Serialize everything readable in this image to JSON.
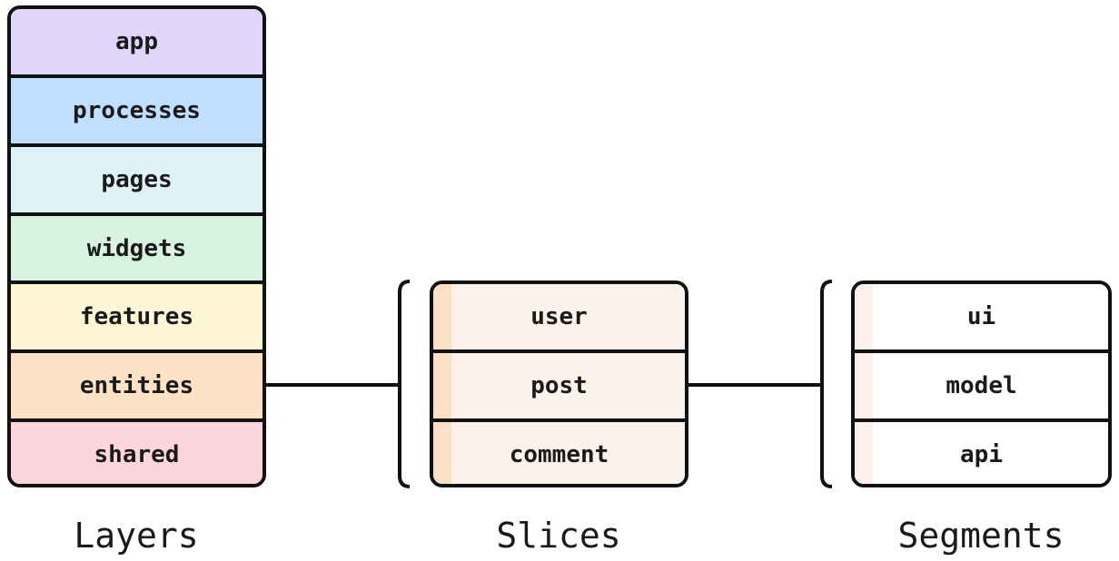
{
  "layers": {
    "caption": "Layers",
    "items": [
      {
        "label": "app",
        "color": "#e0d6f7"
      },
      {
        "label": "processes",
        "color": "#bfe0fd"
      },
      {
        "label": "pages",
        "color": "#ddf1f7"
      },
      {
        "label": "widgets",
        "color": "#d8f4df"
      },
      {
        "label": "features",
        "color": "#fff6d6"
      },
      {
        "label": "entities",
        "color": "#fde2c5"
      },
      {
        "label": "shared",
        "color": "#fdd5dd"
      }
    ]
  },
  "slices": {
    "caption": "Slices",
    "cell_color": "#fdf2ea",
    "strip_color": "#fbe0c4",
    "items": [
      {
        "label": "user"
      },
      {
        "label": "post"
      },
      {
        "label": "comment"
      }
    ]
  },
  "segments": {
    "caption": "Segments",
    "cell_color": "#ffffff",
    "strip_color": "#fdf0ea",
    "items": [
      {
        "label": "ui"
      },
      {
        "label": "model"
      },
      {
        "label": "api"
      }
    ]
  }
}
